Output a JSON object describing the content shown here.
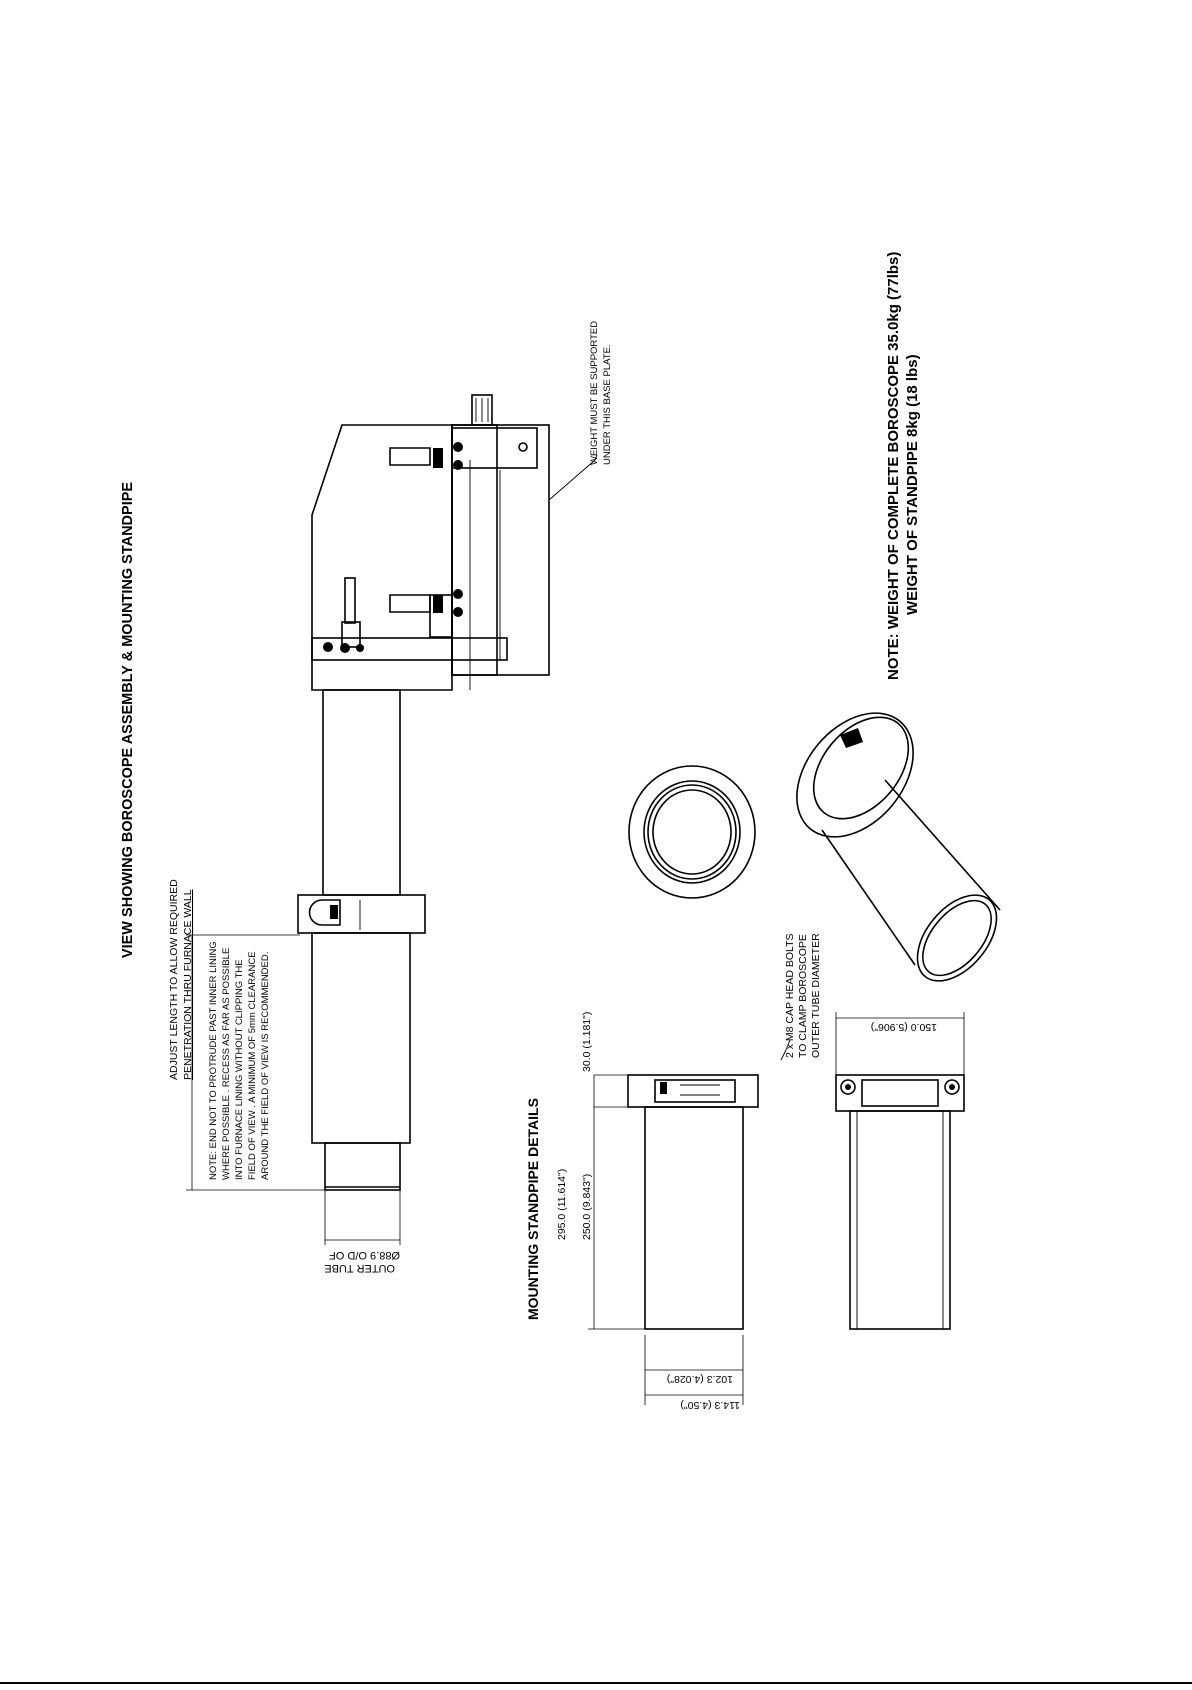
{
  "title": "VIEW SHOWING BOROSCOPE ASSEMBLY & MOUNTING STANDPIPE",
  "notes": {
    "adjust_1": "ADJUST  LENGTH  TO  ALLOW  REQUIRED",
    "adjust_2": "PENETRATION  THRU  FURNACE  WALL",
    "end_note": [
      "NOTE: END NOT TO PROTRUDE PAST INNER LINING",
      "WHERE POSSIBLE . RECESS AS FAR AS POSSIBLE",
      "INTO FURNACE LINING WITHOUT CLIPPING THE",
      "FIELD OF VIEW . A MINIMUM OF 5mm CLEARANCE",
      "AROUND THE FIELD OF VIEW IS RECOMMENDED."
    ],
    "outer_tube_1": "Ø88.9 O/D OF",
    "outer_tube_2": "OUTER TUBE",
    "base_plate_1": "WEIGHT MUST BE SUPPORTED",
    "base_plate_2": "UNDER THIS BASE PLATE.",
    "bolts": [
      "2 x M8 CAP HEAD BOLTS",
      "TO CLAMP BOROSCOPE",
      "OUTER TUBE DIAMETER"
    ],
    "weight_1": "NOTE: WEIGHT OF COMPLETE BOROSCOPE 35.0kg (77lbs)",
    "weight_2": "WEIGHT OF STANDPIPE 8kg (18 lbs)"
  },
  "standpipe": {
    "title": "MOUNTING STANDPIPE DETAILS",
    "dims": {
      "d_295": "295.0  (11.614\")",
      "d_250": "250.0  (9.843\")",
      "d_30": "30.0  (1.181\")",
      "d_102": "102.3  (4.028\")",
      "d_114": "114.3  (4.50\")",
      "d_150": "150.0  (5.906\")"
    }
  }
}
